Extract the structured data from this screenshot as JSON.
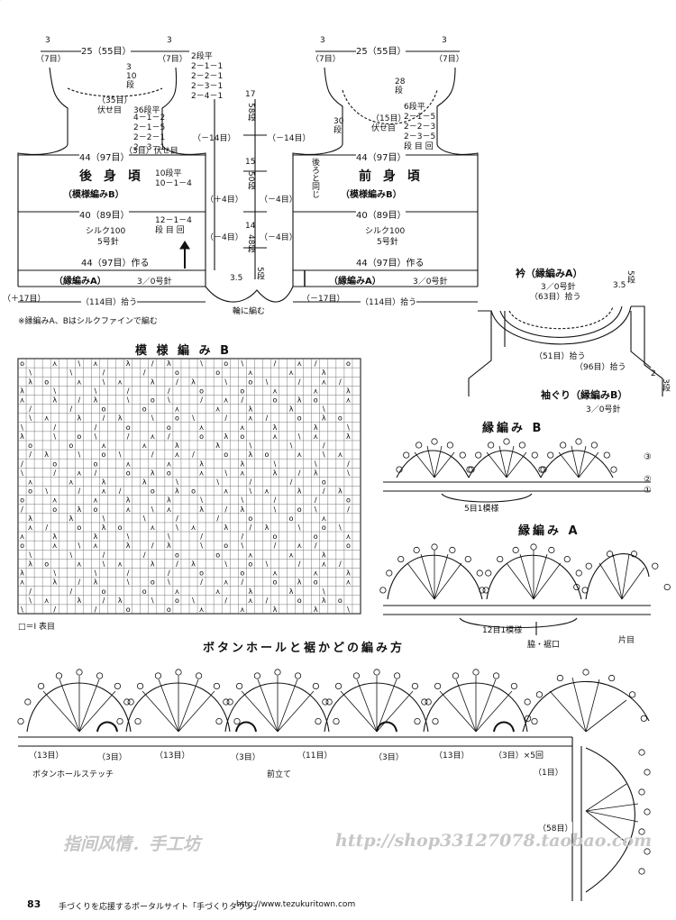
{
  "back": {
    "top_left_edge": "3",
    "top_left_edge_stitch": "（7目）",
    "top_center": "25（55目）",
    "top_right_edge": "3",
    "top_right_edge_stitch": "（7目）",
    "shoulder_rows": "3 10 段",
    "shoulder_steps": [
      "2段平",
      "2－1－1",
      "2－2－1",
      "2－3－1",
      "2－4－1"
    ],
    "neck_count": "（35目）",
    "neck_label": "伏せ目",
    "armhole_rows": "36段平",
    "armhole_steps": [
      "4－1－2",
      "2－1－5",
      "2－2－1",
      "2－3－1"
    ],
    "armhole_cast": "（3目）伏せ目",
    "side_height_1": "17",
    "side_rows_1": "58段",
    "side_inc_1": "（－14目）",
    "side_inc_1r": "（－14目）",
    "chest": "44（97目）",
    "title": "後 身 頃",
    "pattern": "（模様編みB）",
    "side_steps": [
      "10段平",
      "10－1－4"
    ],
    "side_inc_2l": "（＋4目）",
    "side_inc_2r": "（－4目）",
    "side_height_2": "15",
    "side_rows_2": "50段",
    "waist": "40（89目）",
    "lower_steps": [
      "12－1－4",
      "段 目 回"
    ],
    "side_inc_3l": "（－4目）",
    "side_inc_3r": "（－4目）",
    "side_height_3": "14",
    "side_rows_3": "48段",
    "yarn": "シルク100",
    "needle": "5号針",
    "hem": "44（97目）作る",
    "border": "（縁編みA）",
    "border_needle": "3／0号針",
    "border_side": "（＋17目）",
    "border_count": "（114目）拾う",
    "border_height": "3.5",
    "border_rows": "5段",
    "border_note": "輪に編む"
  },
  "front": {
    "top_left_edge": "3",
    "top_left_edge_stitch": "（7目）",
    "top_center": "25（55目）",
    "top_right_edge": "3",
    "top_right_edge_stitch": "（7目）",
    "neck_rows": "28段",
    "neck_rows_left": "30段",
    "neck_steps": [
      "6段平",
      "2－1－5",
      "2－2－3",
      "2－3－5",
      "段 目 回"
    ],
    "neck_count": "（15目）",
    "neck_label": "伏せ目",
    "side_note": "後ろと同じ",
    "side_inc_1": "（－14目）",
    "chest": "44（97目）",
    "title": "前 身 頃",
    "pattern": "（模様編みB）",
    "waist": "40（89目）",
    "yarn": "シルク100",
    "needle": "5号針",
    "hem": "44（97目）作る",
    "border": "（縁編みA）",
    "border_needle": "3／0号針",
    "border_side": "（－17目）",
    "border_count": "（114目）拾う"
  },
  "note": "※縁編みA、Bはシルクファインで編む",
  "collar": {
    "title": "衿（縁編みA）",
    "needle": "3／0号針",
    "pick_front": "（63目）拾う",
    "pick_back": "（51目）拾う",
    "height": "3.5",
    "rows": "5段",
    "sleeve_title": "袖ぐり（縁編みB）",
    "sleeve_count": "（96目）拾う",
    "sleeve_needle": "3／0号針",
    "sleeve_height": "2",
    "sleeve_rows": "3段"
  },
  "pattern_b": {
    "title": "模 様 編 み B",
    "legend": "□＝I 表目"
  },
  "edging_b": {
    "title": "縁編み B",
    "repeat": "5目1模様",
    "row_marks": [
      "③",
      "②",
      "①"
    ]
  },
  "edging_a": {
    "title": "縁編み A",
    "repeat": "12目1模様",
    "start_label": "脇・裾口",
    "end_label": "片目"
  },
  "buttonhole": {
    "title": "ボタンホールと裾かどの編み方",
    "counts": [
      "（13目）",
      "（3目）",
      "（13目）",
      "（3目）",
      "（11目）",
      "（3目）",
      "（13目）",
      "（3目）×5回",
      "（1目）"
    ],
    "stitch_label": "ボタンホールステッチ",
    "front_label": "前立て",
    "side_count": "（58目）"
  },
  "footer": {
    "page_number": "83",
    "description": "手づくりを応援するポータルサイト「手づくりタウン」",
    "url": "http://www.tezukuritown.com"
  },
  "watermark": {
    "left": "指间风情．手工坊",
    "right": "http://shop33127078.taobao.com"
  }
}
